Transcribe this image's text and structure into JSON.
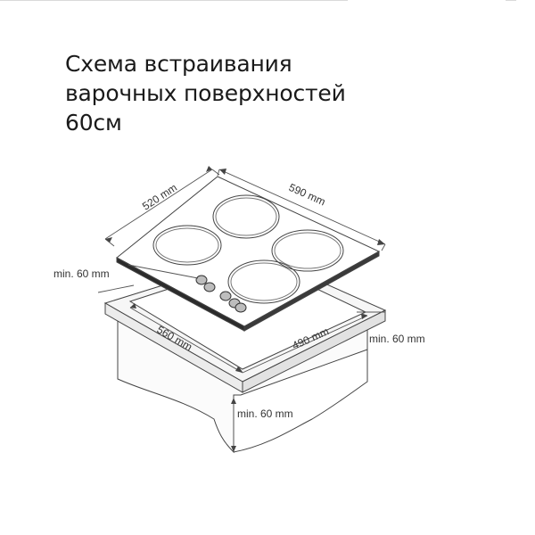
{
  "title": {
    "line1": "Схема встраивания",
    "line2": "варочных поверхностей",
    "line3": "60см"
  },
  "dimensions": {
    "hob_depth": "520 mm",
    "hob_width": "590 mm",
    "cutout_width": "560 mm",
    "cutout_depth": "490 mm",
    "clearance_back": "min. 60 mm",
    "clearance_side": "min. 60 mm",
    "clearance_front": "min. 60 mm"
  },
  "colors": {
    "line": "#444444",
    "counter_fill": "#f6f6f6",
    "text": "#1a1a1a"
  }
}
